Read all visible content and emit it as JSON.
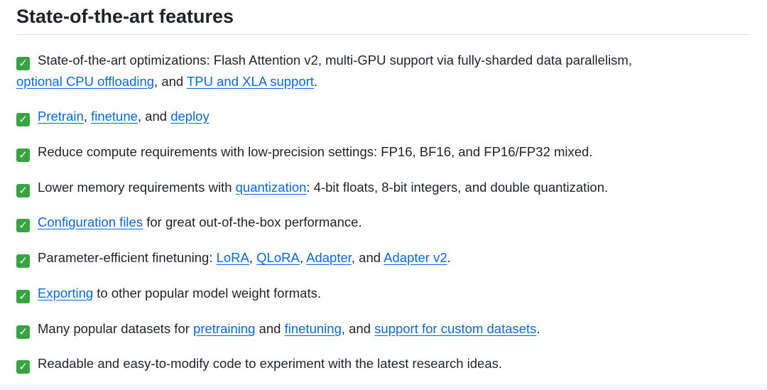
{
  "heading": "State-of-the-art features",
  "check_mark": "✓",
  "items": [
    {
      "t0": "State-of-the-art optimizations: Flash Attention v2, multi-GPU support via fully-sharded data parallelism,",
      "l0": "optional CPU offloading",
      "t1": ", and ",
      "l1": "TPU and XLA support",
      "t2": "."
    },
    {
      "l0": "Pretrain",
      "t0": ", ",
      "l1": "finetune",
      "t1": ", and ",
      "l2": "deploy"
    },
    {
      "t0": "Reduce compute requirements with low-precision settings: FP16, BF16, and FP16/FP32 mixed."
    },
    {
      "t0": "Lower memory requirements with ",
      "l0": "quantization",
      "t1": ": 4-bit floats, 8-bit integers, and double quantization."
    },
    {
      "l0": "Configuration files",
      "t0": " for great out-of-the-box performance."
    },
    {
      "t0": "Parameter-efficient finetuning: ",
      "l0": "LoRA",
      "t1": ", ",
      "l1": "QLoRA",
      "t2": ", ",
      "l2": "Adapter",
      "t3": ", and ",
      "l3": "Adapter v2",
      "t4": "."
    },
    {
      "l0": "Exporting",
      "t0": " to other popular model weight formats."
    },
    {
      "t0": "Many popular datasets for ",
      "l0": "pretraining",
      "t1": " and ",
      "l1": "finetuning",
      "t2": ", and ",
      "l2": "support for custom datasets",
      "t3": "."
    },
    {
      "t0": "Readable and easy-to-modify code to experiment with the latest research ideas."
    }
  ]
}
